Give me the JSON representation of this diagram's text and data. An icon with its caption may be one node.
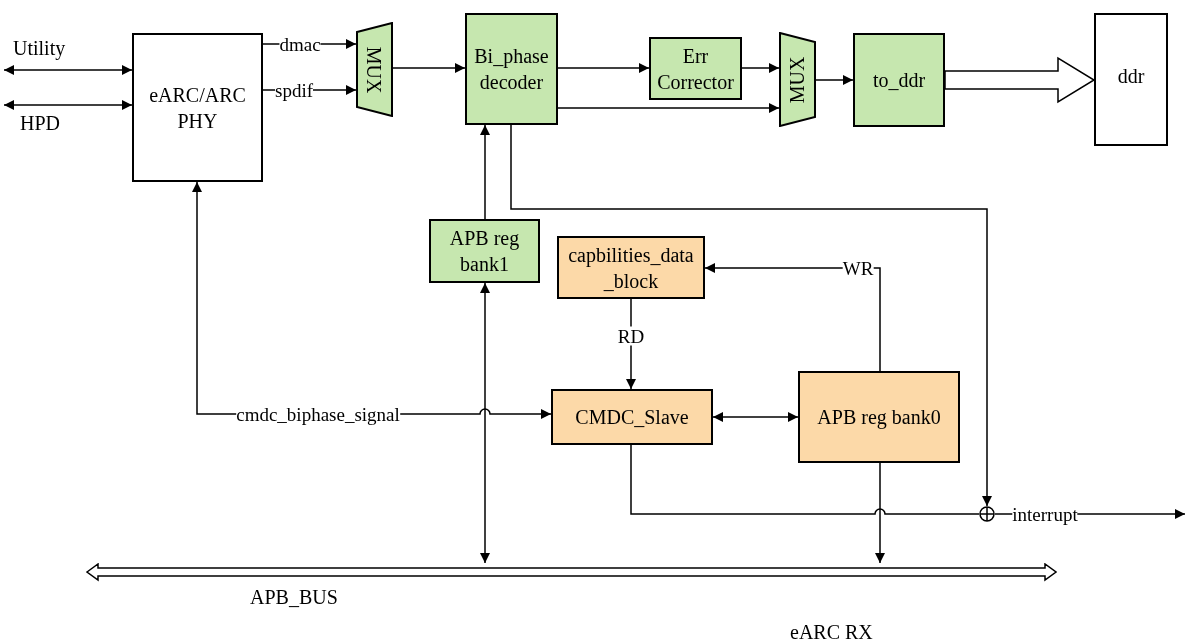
{
  "diagram": {
    "nodes": [
      {
        "text": [
          "eARC/ARC PHY"
        ]
      },
      {
        "text": [
          "MUX"
        ]
      },
      {
        "text": [
          "Bi_phase decoder"
        ]
      },
      {
        "text": [
          "Err Corrector"
        ]
      },
      {
        "text": [
          "MUX"
        ]
      },
      {
        "text": [
          "to_ddr"
        ]
      },
      {
        "text": [
          "ddr"
        ]
      },
      {
        "text": [
          "APB reg bank1"
        ]
      },
      {
        "text": [
          "capbilities_data _block"
        ]
      },
      {
        "text": [
          "CMDC_Slave"
        ]
      },
      {
        "text": [
          "APB reg bank0"
        ]
      },
      {
        "text": [
          "APB_BUS"
        ]
      },
      {
        "text": [],
        "shape": "circle"
      }
    ],
    "edges": [
      {
        "from": null,
        "to": 0,
        "arrow": "both",
        "label": "Utility"
      },
      {
        "from": null,
        "to": 0,
        "arrow": "both",
        "label": "HPD"
      },
      {
        "from": 0,
        "to": 1,
        "arrow": "to",
        "label": "dmac"
      },
      {
        "from": 0,
        "to": 1,
        "arrow": "to",
        "label": "spdif"
      },
      {
        "from": 1,
        "to": 2,
        "arrow": "to"
      },
      {
        "from": 2,
        "to": 3,
        "arrow": "to"
      },
      {
        "from": 2,
        "to": 4,
        "arrow": "to"
      },
      {
        "from": 3,
        "to": 4,
        "arrow": "to"
      },
      {
        "from": 4,
        "to": 5,
        "arrow": "to"
      },
      {
        "from": 5,
        "to": 6,
        "arrow": "to",
        "style": "thick"
      },
      {
        "from": 7,
        "to": 2,
        "arrow": "to"
      },
      {
        "from": 7,
        "to": 11,
        "arrow": "both"
      },
      {
        "from": 2,
        "to": 12,
        "arrow": "to"
      },
      {
        "from": 10,
        "to": 8,
        "arrow": "to",
        "label": "WR"
      },
      {
        "from": 8,
        "to": 9,
        "arrow": "to",
        "label": "RD"
      },
      {
        "from": 0,
        "to": 9,
        "arrow": "both",
        "label": "cmdc_biphase_signal"
      },
      {
        "from": 9,
        "to": 10,
        "arrow": "both"
      },
      {
        "from": 9,
        "to": 12,
        "arrow": "none"
      },
      {
        "from": 10,
        "to": 11,
        "arrow": "to"
      },
      {
        "from": 12,
        "to": null,
        "arrow": "to",
        "label": "interrupt"
      }
    ],
    "labels": [
      "eARC RX"
    ]
  }
}
